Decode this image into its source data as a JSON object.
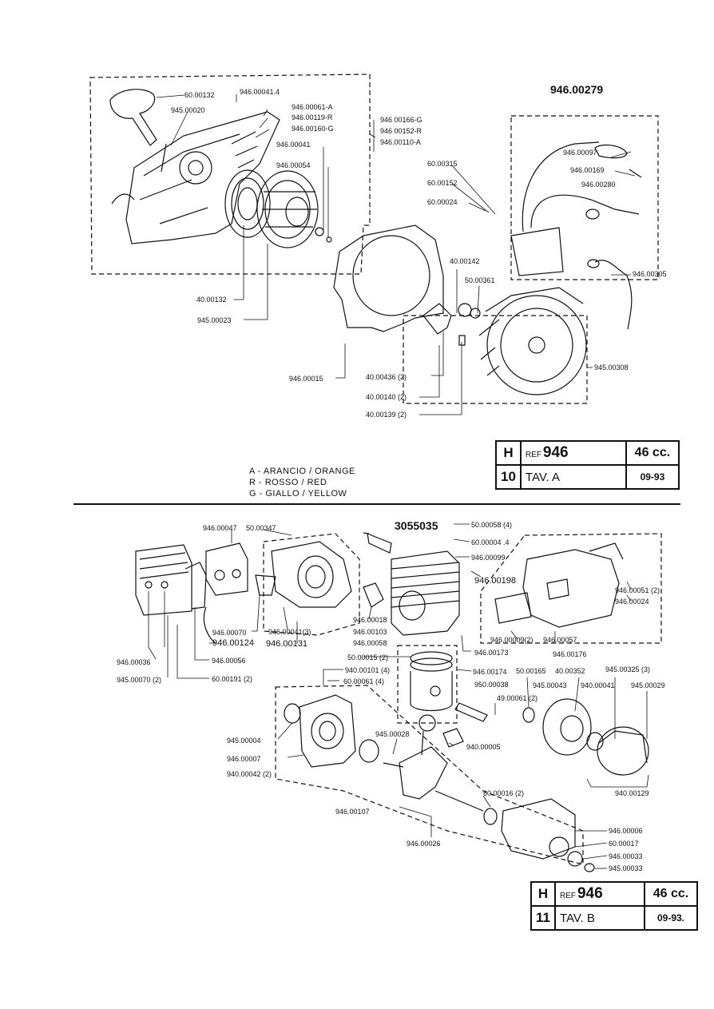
{
  "plate_a": {
    "kit_title": "946.00279",
    "labels": {
      "a1": "60.00132",
      "a2": "946.00041.4",
      "a3": "945.00020",
      "a4": "946.00061-A",
      "a5": "946.00119-R",
      "a6": "946.00160-G",
      "a7": "946.00041",
      "a8": "946.00054",
      "a9": "946 00166-G",
      "a10": "946 00152-R",
      "a11": "946.00110-A",
      "a12": "946.00097",
      "a13": "946.00169",
      "a14": "946.00280",
      "a15": "60.00315",
      "a16": "60.00152",
      "a17": "60.00024",
      "a18": "40.00142",
      "a19": "50.00361",
      "a20": "946.00305",
      "a21": "40.00132",
      "a22": "945.00023",
      "a23": "946.00015",
      "a24": "40.00436 (2)",
      "a25": "40.00140 (2)",
      "a26": "40.00139 (2)",
      "a27": "945.00308"
    },
    "legend": [
      "A - ARANCIO / ORANGE",
      "R - ROSSO / RED",
      "G - GIALLO / YELLOW"
    ],
    "title_block": {
      "h": "H",
      "ref_prefix": "REF",
      "ref": "946",
      "cc": "46 cc.",
      "plate_no": "10",
      "tav": "TAV. A",
      "date": "09-93"
    }
  },
  "plate_b": {
    "plug_number": "3055035",
    "labels": {
      "b1": "946.00047",
      "b2": "50.00347",
      "b3": "50.00058 (4)",
      "b4": "60.00004 .4",
      "b5": "946.00099",
      "b6": "946.00198",
      "b7": "946.00051 (2)",
      "b8": "946.00024",
      "b9": "946.00070",
      "b10": "946.00041(3)",
      "b11": "946.00018",
      "b12": "946.00103",
      "b13": "946.00058",
      "b14": "946.00124",
      "b15": "946.00131",
      "b16": "946.00036",
      "b17": "946.00056",
      "b18": "945.00070 (2)",
      "b19": "60.00191 (2)",
      "b20": "946.00173",
      "b21": "946.00009(2)",
      "b22": "946.00057",
      "b23": "946.00176",
      "b24": "940.00101 (4)",
      "b25": "60.00061 (4)",
      "b26": "50.00015 (2)",
      "b27": "946.00174",
      "b28": "950.00038",
      "b29": "49.00061 (2)",
      "b30": "50.00165",
      "b31": "40.00352",
      "b32": "945.00325 (3)",
      "b33": "945.00043",
      "b34": "940.00041",
      "b35": "945.00029",
      "b36": "945.00004",
      "b37": "946.00007",
      "b38": "940.00042 (2)",
      "b39": "945.00028",
      "b40": "940.00005",
      "b41": "940.00129",
      "b42": "60.00016 (2)",
      "b43": "946.00107",
      "b44": "946.00026",
      "b45": "946.00006",
      "b46": "60.00017",
      "b47": "946.00033",
      "b48": "945.00033"
    },
    "title_block": {
      "h": "H",
      "ref_prefix": "REF",
      "ref": "946",
      "cc": "46 cc.",
      "plate_no": "11",
      "tav": "TAV. B",
      "date": "09-93."
    }
  }
}
